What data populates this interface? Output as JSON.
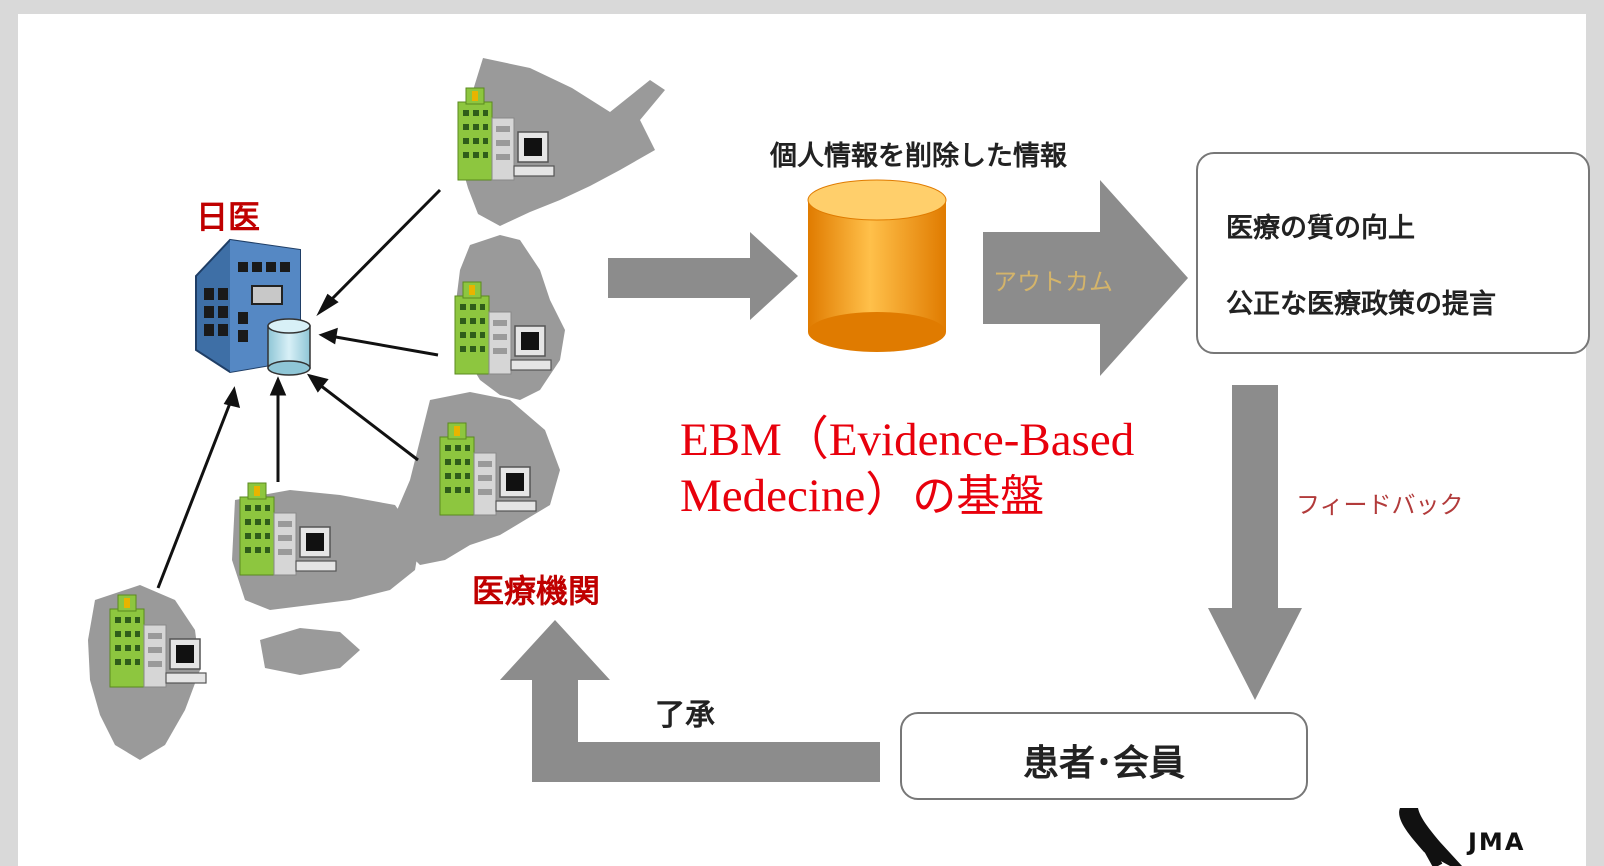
{
  "diagram": {
    "label_jmed": "日医",
    "label_institutions": "医療機関",
    "label_deidentified": "個人情報を削除した情報",
    "label_outcome": "アウトカム",
    "label_feedback": "フィードバック",
    "label_consent": "了承",
    "box_goals": {
      "line1": "医療の質の向上",
      "line2": "公正な医療政策の提言"
    },
    "box_patients": "患者･会員",
    "ebm_line1": "EBM（Evidence-Based",
    "ebm_line2_a": "Medecine）",
    "ebm_line2_b": "の基盤",
    "logo_text": "JMA"
  },
  "colors": {
    "arrow_gray": "#8c8c8c",
    "map_gray": "#9a9a9a",
    "label_red": "#c00000",
    "ebm_red": "#e8000c",
    "cylinder_orange": "#f39a12",
    "building_blue": "#3e6fa6",
    "hospital_green": "#8dc63f"
  },
  "icons": [
    "japan-map",
    "hospital-icon",
    "computer-icon",
    "jma-building-icon",
    "database-icon",
    "jma-logo-icon"
  ]
}
